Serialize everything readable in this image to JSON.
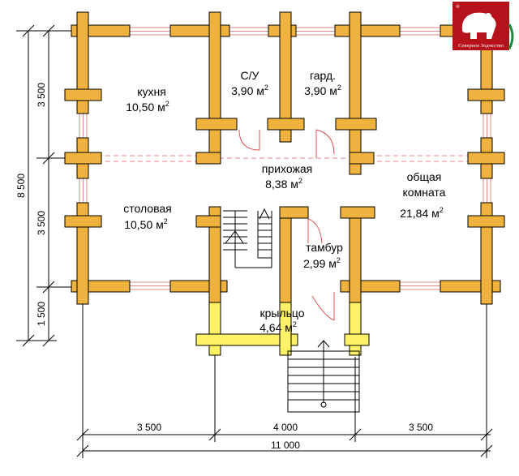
{
  "rooms": {
    "kitchen": {
      "name": "кухня",
      "area": "10,50 м",
      "sup": "2"
    },
    "wc": {
      "name": "С/У",
      "area": "3,90 м",
      "sup": "2"
    },
    "wardrobe": {
      "name": "гард.",
      "area": "3,90 м",
      "sup": "2"
    },
    "hall": {
      "name": "прихожая",
      "area": "8,38 м",
      "sup": "2"
    },
    "dining": {
      "name": "столовая",
      "area": "10,50 м",
      "sup": "2"
    },
    "living": {
      "name": "общая",
      "name2": "комната",
      "area": "21,84 м",
      "sup": "2"
    },
    "vestibule": {
      "name": "тамбур",
      "area": "2,99 м",
      "sup": "2"
    },
    "porch": {
      "name": "крыльцо",
      "area": "4,64 м",
      "sup": "2"
    }
  },
  "dimensions": {
    "bottom_left": "3 500",
    "bottom_mid": "4 000",
    "bottom_right": "3 500",
    "total_width": "11 000",
    "left_total": "8 500",
    "left_top": "3 500",
    "left_mid": "3 500",
    "left_bottom": "1 500"
  },
  "logo": {
    "text": "Северное Зодчество",
    "mark": "®"
  },
  "colors": {
    "log": "#f0b23e",
    "porch_log": "#fff267",
    "logo_red": "#b5121b",
    "logo_green": "#1e8a3a"
  }
}
